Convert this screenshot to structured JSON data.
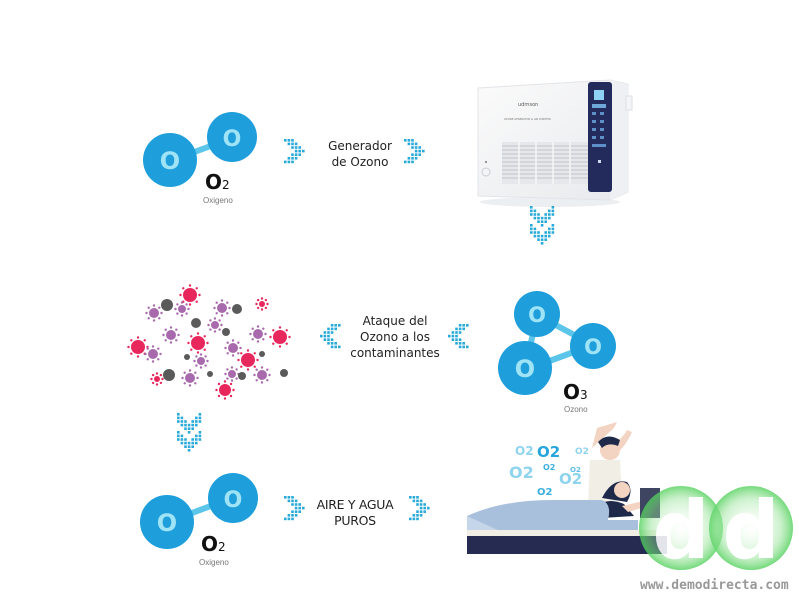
{
  "colors": {
    "atom_fill": "#1e9fdc",
    "atom_ring": "#ffffff",
    "atom_letter": "#9fe3f7",
    "bond": "#5cc6ea",
    "arrow_dots": "#2aaad8",
    "virus_red": "#e8285c",
    "virus_purple": "#a86aad",
    "particle_gray": "#5a5a5a",
    "device_panel": "#232a5c",
    "bed_base": "#262b52",
    "blanket": "#a9c0dc",
    "watermark_green": "#4fd05a"
  },
  "atom_letter": "O",
  "steps": {
    "oxygen_top": {
      "formula": "O",
      "subscript": "2",
      "name": "Oxigeno"
    },
    "generator": {
      "line1": "Generador",
      "line2": "de Ozono"
    },
    "device": {
      "brand": "udrnson",
      "subtitle": "OZONE GENERATOR & AIR PURIFIER"
    },
    "ozone": {
      "formula": "O",
      "subscript": "3",
      "name": "Ozono"
    },
    "attack": {
      "line1": "Ataque del",
      "line2": "Ozono a los",
      "line3": "contaminantes"
    },
    "oxygen_bottom": {
      "formula": "O",
      "subscript": "2",
      "name": "Oxigeno"
    },
    "result": {
      "line1": "AIRE Y AGUA",
      "line2": "PUROS"
    }
  },
  "bubbles": [
    "O2",
    "O2",
    "O2",
    "O2",
    "O2",
    "O2",
    "O2",
    "O2"
  ],
  "watermark": {
    "letters": [
      "d",
      "d"
    ],
    "url": "www.demodirecta.com"
  }
}
